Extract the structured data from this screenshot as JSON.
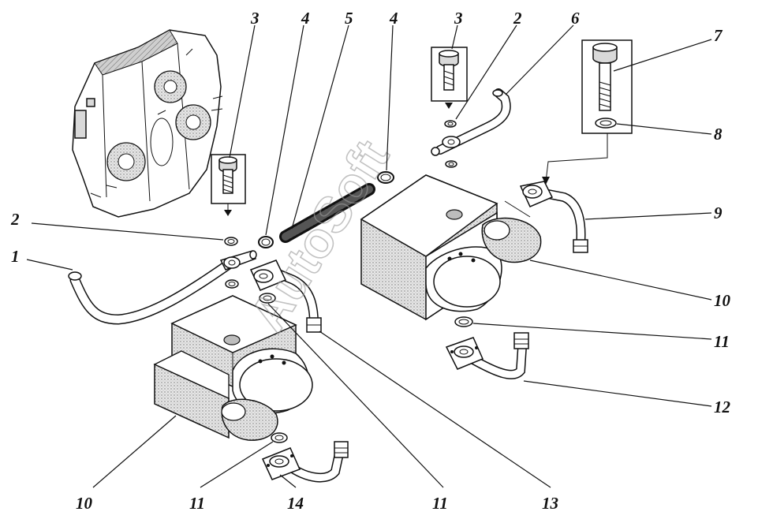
{
  "watermark": "AutoSoft",
  "labels": {
    "l1": "1",
    "l2a": "2",
    "l2b": "2",
    "l3a": "3",
    "l3b": "3",
    "l4a": "4",
    "l4b": "4",
    "l5": "5",
    "l6": "6",
    "l7": "7",
    "l8": "8",
    "l9": "9",
    "l10a": "10",
    "l10b": "10",
    "l11a": "11",
    "l11b": "11",
    "l11c": "11",
    "l12": "12",
    "l13": "13",
    "l14": "14"
  }
}
